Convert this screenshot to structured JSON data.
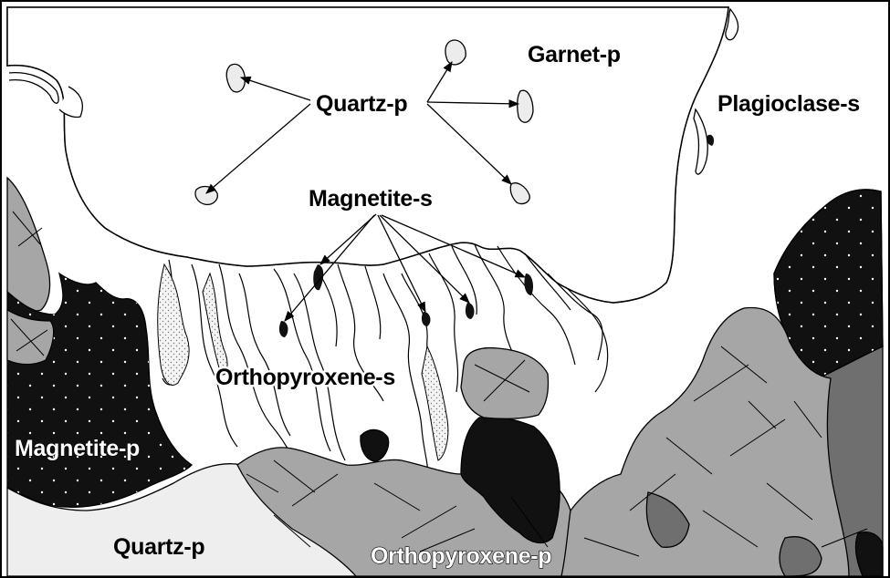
{
  "labels": {
    "garnet_p": "Garnet-p",
    "quartz_p_top": "Quartz-p",
    "plagioclase_s": "Plagioclase-s",
    "magnetite_s": "Magnetite-s",
    "orthopyroxene_s": "Orthopyroxene-s",
    "magnetite_p": "Magnetite-p",
    "quartz_p_bottom": "Quartz-p",
    "orthopyroxene_p": "Orthopyroxene-p"
  },
  "colors": {
    "garnet_fill": "#ffffff",
    "magnetite": "#111111",
    "orthopyroxene_primary": "#a6a6a6",
    "orthopyroxene_dark": "#6f6f6f",
    "quartz_bottom": "#eeeeee",
    "symplectite_stipple": "#ececec",
    "outline": "#000000"
  }
}
